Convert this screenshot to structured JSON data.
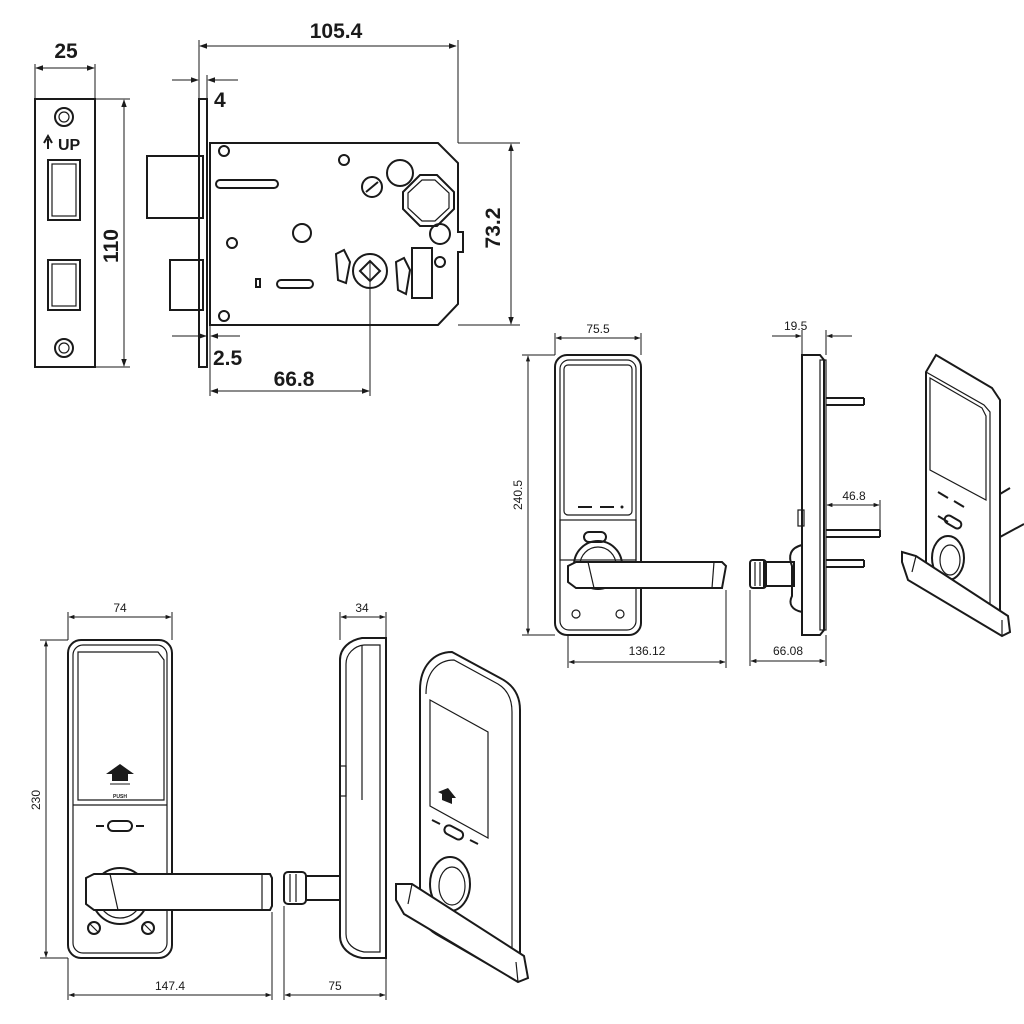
{
  "mortise": {
    "faceplate_width": "25",
    "faceplate_height": "110",
    "body_width": "105.4",
    "faceplate_thickness": "4",
    "body_height": "73.2",
    "plate_offset": "2.5",
    "backset": "66.8",
    "up_label": "UP"
  },
  "lock_a": {
    "front_width": "75.5",
    "front_height": "240.5",
    "handle_length": "136.12",
    "side_depth": "19.5",
    "spindle_length": "46.8",
    "side_total": "66.08"
  },
  "lock_b": {
    "front_width": "74",
    "front_height": "230",
    "handle_length": "147.4",
    "side_depth": "34",
    "side_total": "75",
    "push_label": "PUSH"
  }
}
